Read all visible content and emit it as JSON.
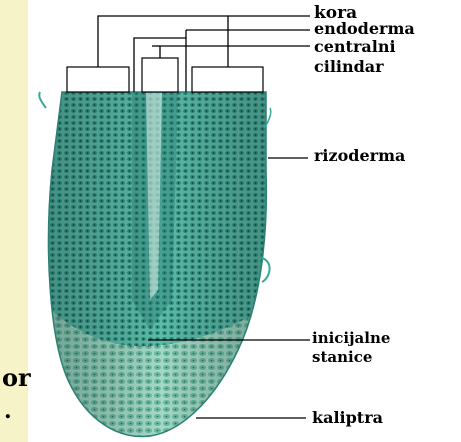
{
  "labels": {
    "kora": "kora",
    "endoderma": "endoderma",
    "centralni": "centralni",
    "cilindar": "cilindar",
    "rizoderma": "rizoderma",
    "inicijalne": "inicijalne",
    "stanice": "stanice",
    "kaliptra": "kaliptra"
  },
  "edge_fragment": {
    "text": "or",
    "dot": "."
  },
  "colors": {
    "tissue": "#3aa79a",
    "tissue_dark": "#1f6f66",
    "cap": "#7fc7b4",
    "left_panel": "#f7f3c8",
    "line": "#000000"
  }
}
